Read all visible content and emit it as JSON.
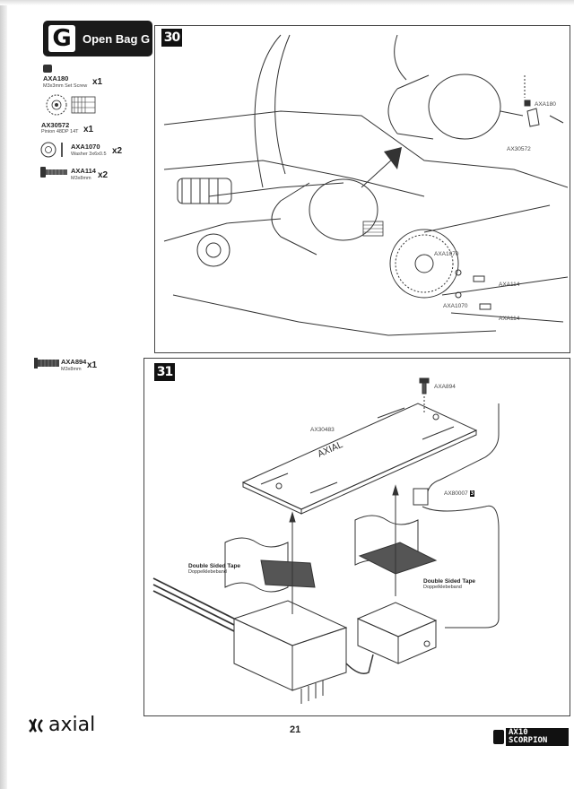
{
  "bag": {
    "letter": "G",
    "title": "Open Bag G"
  },
  "parts_left": [
    {
      "code": "AXA180",
      "desc": "M3x3mm Set Screw",
      "qty": "x1"
    },
    {
      "code": "AX30572",
      "desc": "Pinion 48DP 14T",
      "qty": "x1"
    },
    {
      "code": "AXA1070",
      "desc": "Washer 3x6x0.5",
      "qty": "x2"
    },
    {
      "code": "AXA114",
      "desc": "M3x8mm",
      "qty": "x2"
    }
  ],
  "part_step31": {
    "code": "AXA894",
    "desc": "M3x8mm",
    "qty": "x1"
  },
  "steps": {
    "step30": "30",
    "step31": "31"
  },
  "step30_callouts": {
    "axa180": "AXA180",
    "ax30572": "AX30572",
    "axa1070_a": "AXA1070",
    "axa114_a": "AXA114",
    "axa1070_b": "AXA1070",
    "axa114_b": "AXA114"
  },
  "step31_callouts": {
    "axa894": "AXA894",
    "ax30483": "AX30483",
    "ax80007": "AX80007",
    "ax80007_badge": "3",
    "plate_text": "AXIAL",
    "tape_left_title": "Double Sided Tape",
    "tape_left_sub": "Doppelklebeband",
    "tape_right_title": "Double Sided Tape",
    "tape_right_sub": "Doppelklebeband"
  },
  "footer": {
    "logo": "axial",
    "page_number": "21",
    "brand": "AX10 SCORPION"
  }
}
